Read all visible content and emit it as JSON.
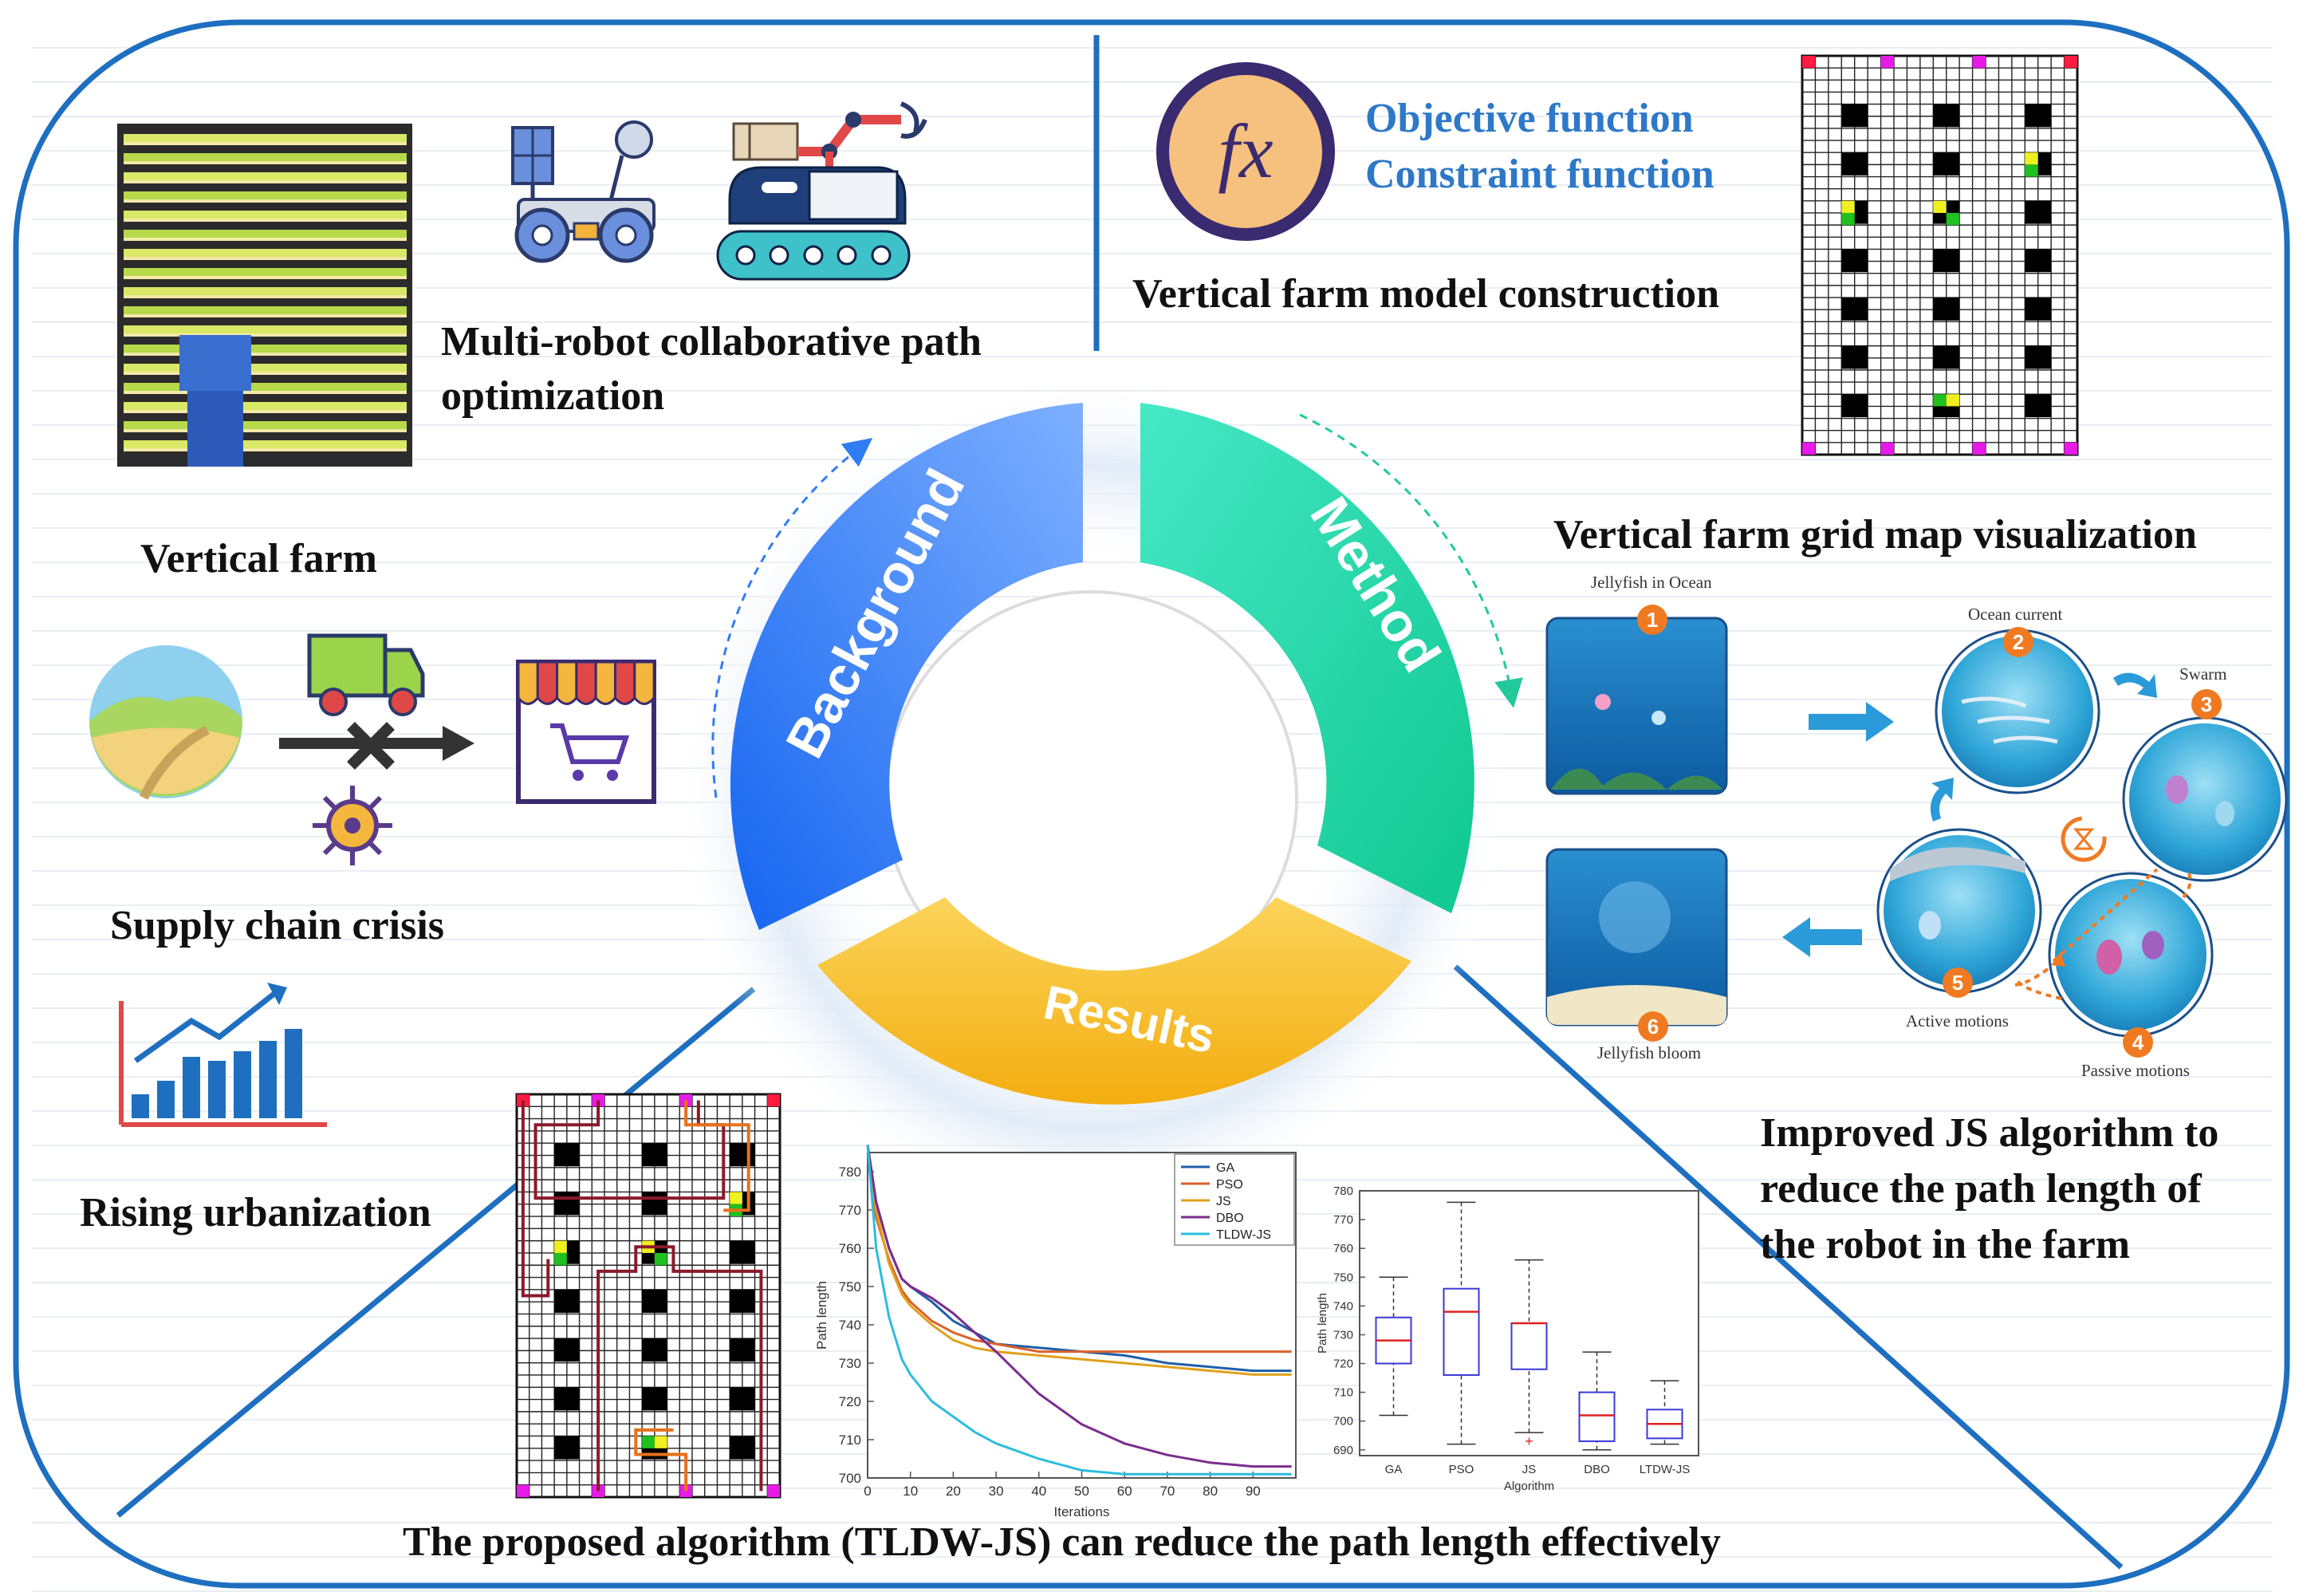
{
  "background_labels": {
    "multi_robot_line1": "Multi-robot collaborative path",
    "multi_robot_line2": "optimization",
    "vertical_farm": "Vertical farm",
    "supply_chain": "Supply chain crisis",
    "urbanization": "Rising urbanization"
  },
  "method_labels": {
    "objective": "Objective function",
    "constraint": "Constraint function",
    "model_construction": "Vertical farm model construction",
    "grid_map": "Vertical farm grid map visualization",
    "fx_symbol": "fx"
  },
  "cycle": {
    "background": "Background",
    "method": "Method",
    "results": "Results"
  },
  "js_algorithm": {
    "steps": [
      {
        "num": "1",
        "label": "Jellyfish in Ocean"
      },
      {
        "num": "2",
        "label": "Ocean current"
      },
      {
        "num": "3",
        "label": "Swarm"
      },
      {
        "num": "4",
        "label": "Passive motions"
      },
      {
        "num": "5",
        "label": "Active motions"
      },
      {
        "num": "6",
        "label": "Jellyfish bloom"
      }
    ],
    "description_line1": "Improved JS algorithm to",
    "description_line2": "reduce the path length of",
    "description_line3": "the robot in the farm"
  },
  "results_text": "The proposed algorithm (TLDW-JS) can reduce the path length effectively",
  "chart_data": [
    {
      "type": "line",
      "xlabel": "Iterations",
      "ylabel": "Path length",
      "xlim": [
        0,
        100
      ],
      "ylim": [
        700,
        785
      ],
      "xticks": [
        0,
        10,
        20,
        30,
        40,
        50,
        60,
        70,
        80,
        90
      ],
      "yticks": [
        700,
        710,
        720,
        730,
        740,
        750,
        760,
        770,
        780
      ],
      "legend_position": "top-right",
      "x": [
        0,
        2,
        5,
        8,
        10,
        15,
        20,
        25,
        30,
        40,
        50,
        60,
        70,
        80,
        90,
        99
      ],
      "series": [
        {
          "name": "GA",
          "color": "#1f5fa8",
          "values": [
            787,
            772,
            760,
            752,
            750,
            746,
            741,
            738,
            735,
            734,
            733,
            732,
            730,
            729,
            728,
            728
          ]
        },
        {
          "name": "PSO",
          "color": "#d9622b",
          "values": [
            787,
            768,
            757,
            749,
            746,
            741,
            738,
            736,
            735,
            733,
            733,
            733,
            733,
            733,
            733,
            733
          ]
        },
        {
          "name": "JS",
          "color": "#e0a01c",
          "values": [
            787,
            770,
            756,
            748,
            745,
            740,
            736,
            734,
            733,
            732,
            731,
            730,
            729,
            728,
            727,
            727
          ]
        },
        {
          "name": "DBO",
          "color": "#7b2d8e",
          "values": [
            787,
            772,
            760,
            752,
            750,
            747,
            743,
            738,
            733,
            722,
            714,
            709,
            706,
            704,
            703,
            703
          ]
        },
        {
          "name": "TLDW-JS",
          "color": "#2bbde0",
          "values": [
            787,
            760,
            742,
            731,
            727,
            720,
            716,
            712,
            709,
            705,
            702,
            701,
            701,
            701,
            701,
            701
          ]
        }
      ]
    },
    {
      "type": "box",
      "xlabel": "Algorithm",
      "ylabel": "Path length",
      "ylim": [
        688,
        780
      ],
      "yticks": [
        690,
        700,
        710,
        720,
        730,
        740,
        750,
        760,
        770,
        780
      ],
      "categories": [
        "GA",
        "PSO",
        "JS",
        "DBO",
        "LTDW-JS"
      ],
      "boxes": [
        {
          "min": 702,
          "q1": 720,
          "median": 728,
          "q3": 736,
          "max": 750
        },
        {
          "min": 692,
          "q1": 716,
          "median": 738,
          "q3": 746,
          "max": 776
        },
        {
          "min": 696,
          "q1": 718,
          "median": 734,
          "q3": 734,
          "max": 756,
          "outlier": 693
        },
        {
          "min": 690,
          "q1": 693,
          "median": 702,
          "q3": 710,
          "max": 724
        },
        {
          "min": 692,
          "q1": 694,
          "median": 699,
          "q3": 704,
          "max": 714
        }
      ]
    }
  ],
  "colors": {
    "frame": "#1e6fc0",
    "background_seg": "#2f7df5",
    "method_seg": "#22d4a8",
    "results_seg": "#f5c02a",
    "label_blue": "#2e78c8"
  }
}
